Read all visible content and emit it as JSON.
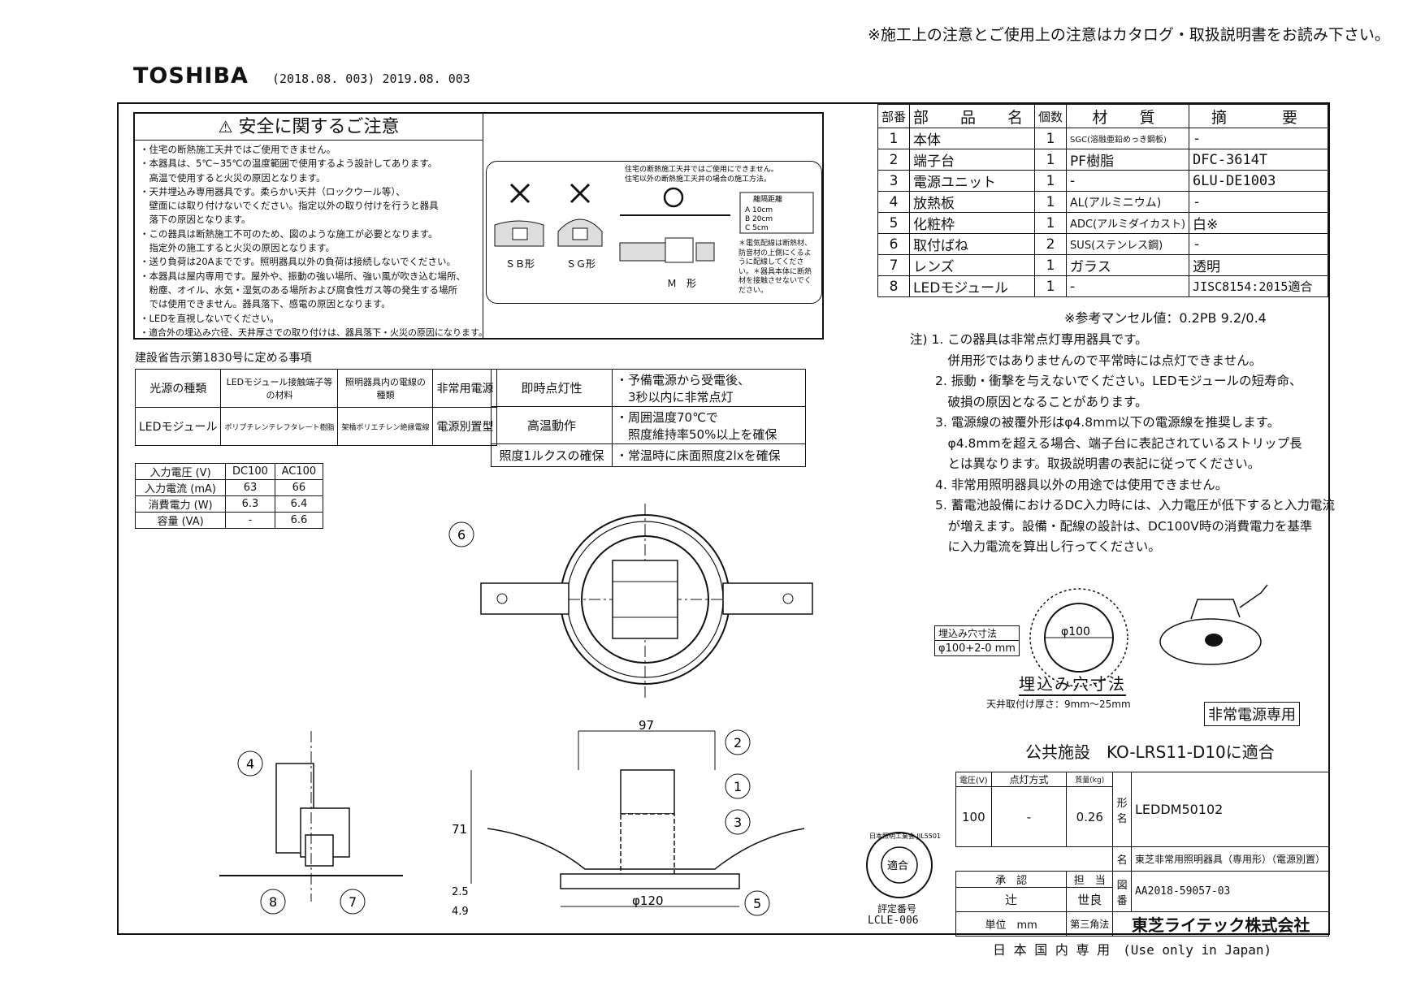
{
  "top_notice": "※施工上の注意とご使用上の注意はカタログ・取扱説明書をお読み下さい。",
  "brand": "TOSHIBA",
  "revision": "(2018.08. 003) 2019.08. 003",
  "safety": {
    "title": "安全に関するご注意",
    "items": [
      "・住宅の断熱施工天井ではご使用できません。",
      "・本器具は、5℃~35℃の温度範囲で使用するよう設計してあります。",
      "　高温で使用すると火災の原因となります。",
      "・天井埋込み専用器具です。柔らかい天井（ロックウール等）、",
      "　壁面には取り付けないでください。指定以外の取り付けを行うと器具",
      "　落下の原因となります。",
      "・この器具は断熱施工不可のため、図のような施工が必要となります。",
      "　指定外の施工すると火災の原因となります。",
      "・送り負荷は20Aまでです。照明器具以外の負荷は接続しないでください。",
      "・本器具は屋内専用です。屋外や、振動の強い場所、強い風が吹き込む場所、",
      "　粉塵、オイル、水気・湿気のある場所および腐食性ガス等の発生する場所",
      "　では使用できません。器具落下、感電の原因となります。",
      "・LEDを直視しないでください。",
      "・適合外の埋込み穴径、天井厚さでの取り付けは、器具落下・火災の原因になります。"
    ],
    "diagram": {
      "caption1": "住宅の断熱施工天井ではご使用にできません。",
      "caption2": "住宅以外の断熱施工天井の場合の施工方法。",
      "sb": "ＳＢ形",
      "sg": "ＳＧ形",
      "m": "Ｍ　形",
      "dist_title": "離隔距離",
      "dist": [
        "A 10cm",
        "B 20cm",
        "C 5cm"
      ],
      "note": "＊電気配線は断熱材、防音材の上側にくるように配線してください。＊器具本体に断熱材を接触させないでください。"
    }
  },
  "notification_title": "建設省告示第1830号に定める事項",
  "spec_table": {
    "headers": [
      "光源の種類",
      "LEDモジュール接触端子等の材料",
      "照明器具内の電線の種類",
      "非常用電源"
    ],
    "row": [
      "LEDモジュール",
      "ポリブチレンテレフタレート樹脂",
      "架橋ポリエチレン絶縁電線",
      "電源別置型"
    ]
  },
  "perf_table": [
    {
      "label": "即時点灯性",
      "value": "・予備電源から受電後、\n　3秒以内に非常点灯"
    },
    {
      "label": "高温動作",
      "value": "・周囲温度70℃で\n　照度維持率50%以上を確保"
    },
    {
      "label": "照度1ルクスの確保",
      "value": "・常温時に床面照度2lxを確保"
    }
  ],
  "electrical": {
    "headers": [
      "入力電圧 (V)",
      "DC100",
      "AC100"
    ],
    "rows": [
      [
        "入力電流 (mA)",
        "63",
        "66"
      ],
      [
        "消費電力 (W)",
        "6.3",
        "6.4"
      ],
      [
        "容量 (VA)",
        "-",
        "6.6"
      ]
    ]
  },
  "parts": {
    "headers": [
      "部番",
      "部　品　名",
      "個数",
      "材　質",
      "摘　　要"
    ],
    "rows": [
      [
        "1",
        "本体",
        "1",
        "SGC(溶融亜鉛めっき鋼板)",
        "-"
      ],
      [
        "2",
        "端子台",
        "1",
        "PF樹脂",
        "DFC-3614T"
      ],
      [
        "3",
        "電源ユニット",
        "1",
        "-",
        "6LU-DE1003"
      ],
      [
        "4",
        "放熱板",
        "1",
        "AL(アルミニウム)",
        "-"
      ],
      [
        "5",
        "化粧枠",
        "1",
        "ADC(アルミダイカスト)",
        "白※"
      ],
      [
        "6",
        "取付ばね",
        "2",
        "SUS(ステンレス鋼)",
        "-"
      ],
      [
        "7",
        "レンズ",
        "1",
        "ガラス",
        "透明"
      ],
      [
        "8",
        "LEDモジュール",
        "1",
        "-",
        "JISC8154:2015適合"
      ]
    ],
    "munsell": "※参考マンセル値：0.2PB 9.2/0.4"
  },
  "notes": [
    "注) 1. この器具は非常点灯専用器具です。",
    "　　　併用形ではありませんので平常時には点灯できません。",
    "　　2. 振動・衝撃を与えないでください。LEDモジュールの短寿命、",
    "　　　破損の原因となることがあります。",
    "　　3. 電源線の被覆外形はφ4.8mm以下の電源線を推奨します。",
    "　　　φ4.8mmを超える場合、端子台に表記されているストリップ長",
    "　　　とは異なります。取扱説明書の表記に従ってください。",
    "　　4. 非常用照明器具以外の用途では使用できません。",
    "　　5. 蓄電池設備におけるDC入力時には、入力電圧が低下すると入力電流",
    "　　　が増えます。設備・配線の設計は、DC100V時の消費電力を基準",
    "　　　に入力電流を算出し行ってください。"
  ],
  "cutout": {
    "label": "埋込み穴寸法",
    "value": "φ100+2-0 mm",
    "dia": "φ100",
    "title": "埋込み穴寸法",
    "ceiling": "天井取付け厚さ：9mm～25mm",
    "dedicated": "非常電源専用"
  },
  "dimensions": {
    "width": "97",
    "height": "71",
    "dia": "φ120",
    "d1": "2.5",
    "d2": "4.9"
  },
  "callouts": [
    "1",
    "2",
    "3",
    "4",
    "5",
    "6",
    "7",
    "8"
  ],
  "conformity": "公共施設　KO-LRS11-D10に適合",
  "jil": {
    "ring": "日本照明工業会 JIL5501",
    "center": "適合",
    "eval_label": "評定番号",
    "eval_no": "LCLE-006"
  },
  "title_block": {
    "voltage_h": "電圧(V)",
    "lighting_h": "点灯方式",
    "weight_h": "質量(kg)",
    "voltage": "100",
    "lighting": "-",
    "weight": "0.26",
    "model_label": "形名",
    "model": "LEDDM50102",
    "name_label": "名",
    "name": "東芝非常用照明器具（専用形）（電源別置）",
    "approve": "承　認",
    "incharge": "担　当",
    "approver": "辻",
    "person": "世良",
    "drawing_label": "図番",
    "drawing": "AA2018-59057-03",
    "unit": "単位　mm",
    "projection": "第三角法",
    "company": "東芝ライテック株式会社"
  },
  "footer": "日 本 国 内 専 用　(Use only in Japan)"
}
